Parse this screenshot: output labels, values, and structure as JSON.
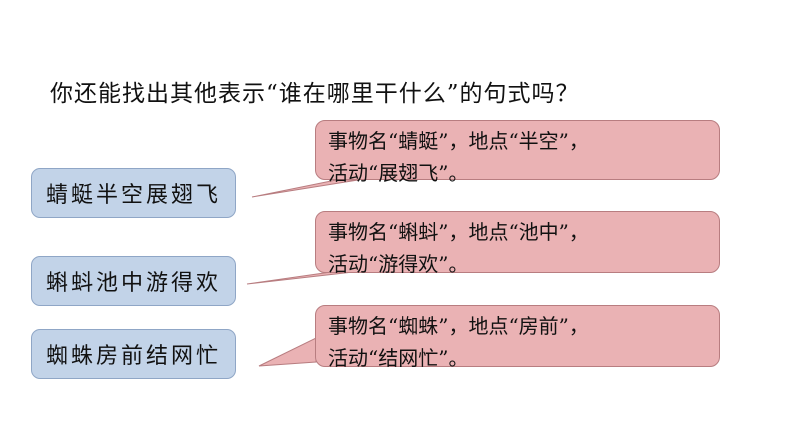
{
  "question": "你还能找出其他表示“谁在哪里干什么”的句式吗？",
  "phrases": [
    {
      "text": "蜻蜓半空展翅飞"
    },
    {
      "text": "蝌蚪池中游得欢"
    },
    {
      "text": "蜘蛛房前结网忙"
    }
  ],
  "callouts": [
    {
      "line1": "事物名“蜻蜓”，地点“半空”，",
      "line2": "活动“展翅飞”。"
    },
    {
      "line1": "事物名“蝌蚪”，地点“池中”，",
      "line2": "活动“游得欢”。"
    },
    {
      "line1": "事物名“蜘蛛”，地点“房前”，",
      "line2": "活动“结网忙”。"
    }
  ],
  "colors": {
    "phrase_fill": "#c2d3e8",
    "callout_fill": "#eab2b4"
  }
}
